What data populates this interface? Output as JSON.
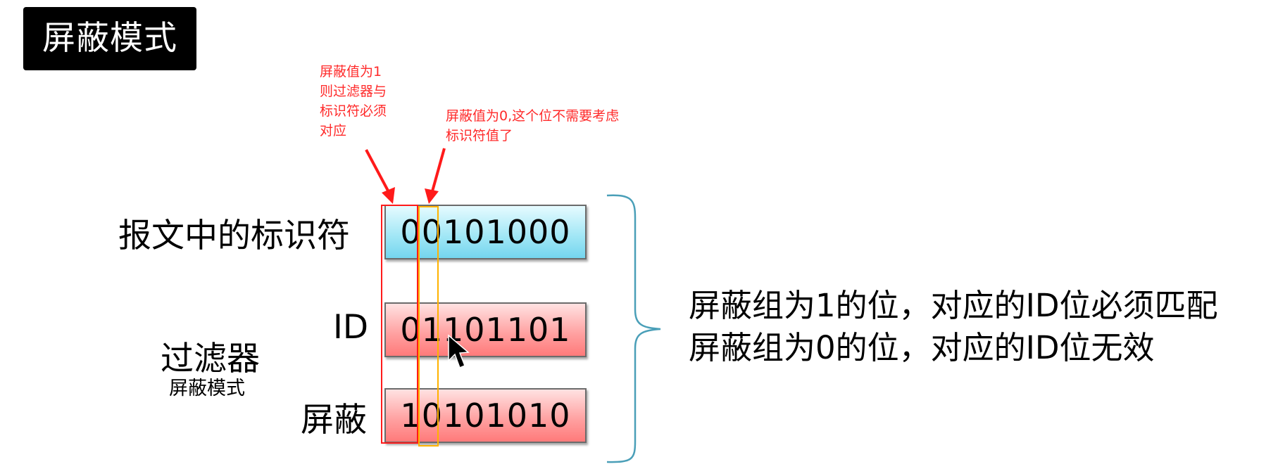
{
  "title": "屏蔽模式",
  "annotations": {
    "mask_one_note": "屏蔽值为1\n则过滤器与\n标识符必须\n对应",
    "mask_zero_note": "屏蔽值为0,这个位不需要考虑\n标识符值了"
  },
  "rows": {
    "message_identifier": {
      "label": "报文中的标识符",
      "bits": "00101000"
    },
    "id": {
      "label": "ID",
      "bits": "01101101"
    },
    "mask": {
      "label": "屏蔽",
      "bits": "10101010"
    }
  },
  "filter": {
    "label": "过滤器",
    "sublabel": "屏蔽模式"
  },
  "explanation": {
    "line1": "屏蔽组为1的位，对应的ID位必须匹配",
    "line2": "屏蔽组为0的位，对应的ID位无效"
  },
  "colors": {
    "annotation_red": "#ff2a2a",
    "frame_red": "#ff1a1a",
    "frame_orange": "#ffb200",
    "brace": "#4a9fb8",
    "message_box": "#9fe6f5",
    "filter_box": "#ff9e9e"
  }
}
